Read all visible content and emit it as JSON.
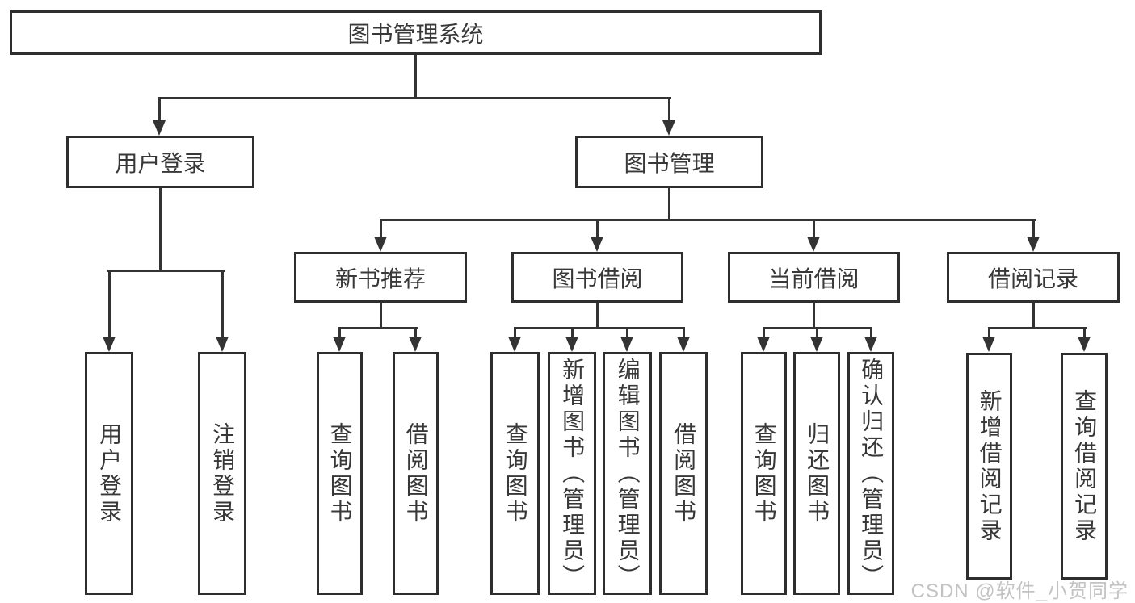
{
  "diagram": {
    "root": "图书管理系统",
    "level2": [
      "用户登录",
      "图书管理"
    ],
    "level3": [
      "新书推荐",
      "图书借阅",
      "当前借阅",
      "借阅记录"
    ],
    "leaves": {
      "g1": [
        "用户登录",
        "注销登录"
      ],
      "g2": [
        "查询图书",
        "借阅图书"
      ],
      "g3": [
        "查询图书",
        "新增图书（管理员）",
        "编辑图书（管理员）",
        "借阅图书"
      ],
      "g4": [
        "查询图书",
        "归还图书",
        "确认归还（管理员）"
      ],
      "g5": [
        "新增借阅记录",
        "查询借阅记录"
      ]
    }
  },
  "watermark": "CSDN @软件_小贺同学",
  "colors": {
    "line": "#333333",
    "border": "#2e2e2e",
    "text": "#383838",
    "watermark": "#c3c3c3",
    "background": "#ffffff"
  }
}
